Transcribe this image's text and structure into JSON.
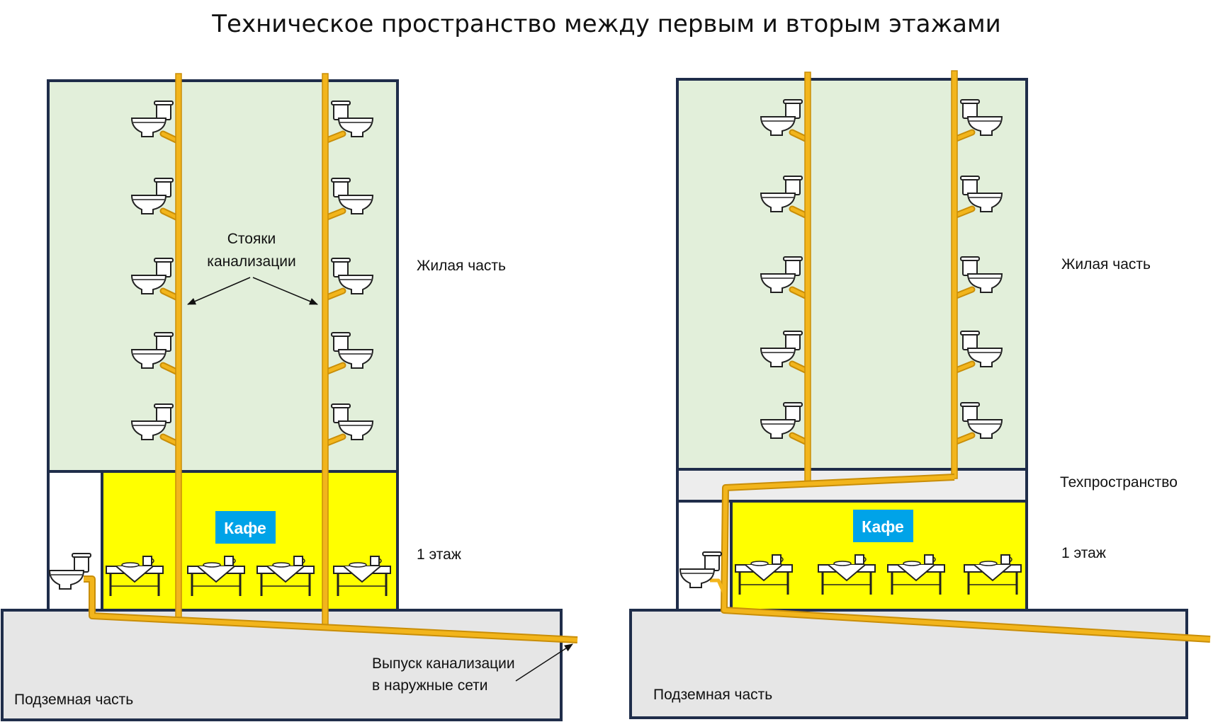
{
  "title": "Техническое пространство между первым и вторым этажами",
  "colors": {
    "outline": "#1f2d4a",
    "residential": "#e2efda",
    "cafe": "#ffff00",
    "underground": "#e6e6e6",
    "techspace": "#ededed",
    "pipe": "#f2b51c",
    "badge": "#00a3e8"
  },
  "left": {
    "residential_label": "Жилая часть",
    "floor1_label": "1 этаж",
    "underground_label": "Подземная часть",
    "cafe_label": "Кафе",
    "risers_label_line1": "Стояки",
    "risers_label_line2": "канализации",
    "outlet_label_line1": "Выпуск канализации",
    "outlet_label_line2": "в наружные сети"
  },
  "right": {
    "residential_label": "Жилая часть",
    "techspace_label": "Техпространство",
    "floor1_label": "1 этаж",
    "underground_label": "Подземная часть",
    "cafe_label": "Кафе"
  },
  "icons": [
    "toilet-icon",
    "cafe-table-icon",
    "arrow-icon"
  ]
}
